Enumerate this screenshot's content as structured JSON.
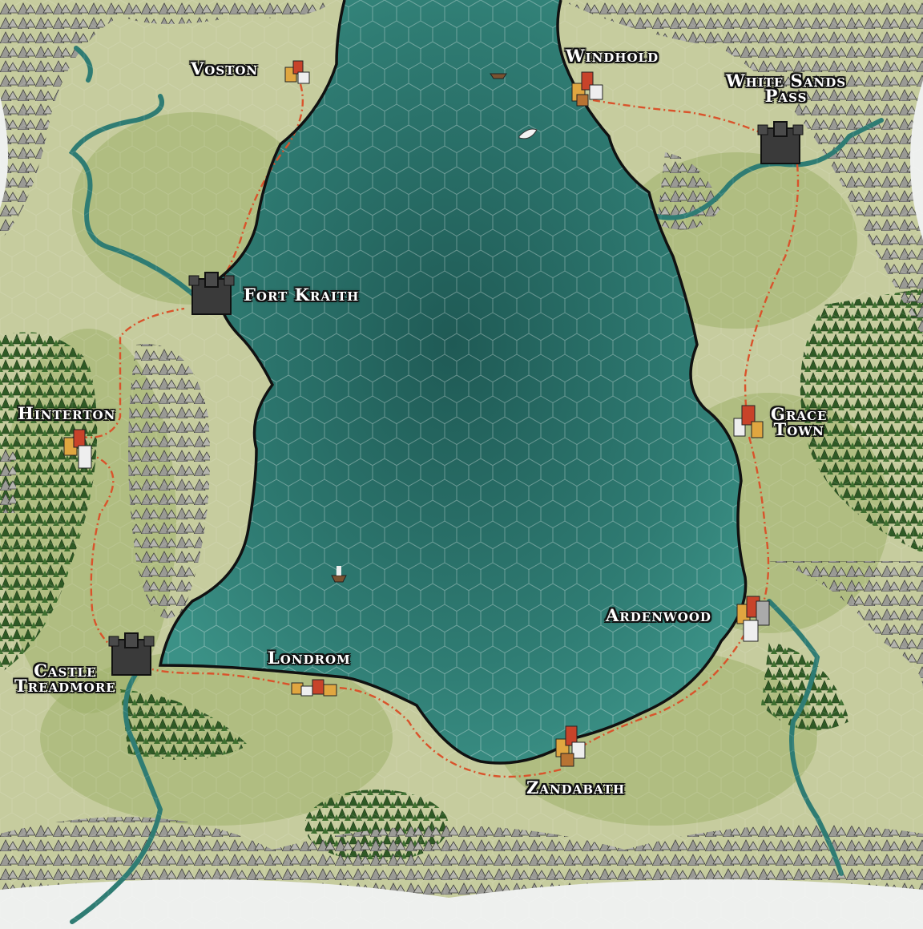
{
  "map": {
    "colors": {
      "water_deep": "#1f5a55",
      "water": "#2f7c73",
      "water_edge": "#3b9186",
      "plains": "#c6cc9e",
      "grassland": "#9fb06a",
      "forest": "#3f6a2e",
      "mountain": "#8a8a86",
      "snow": "#eef0ee",
      "road": "#d9532b",
      "coast": "#111111"
    },
    "locations": [
      {
        "id": "voston",
        "name": [
          "Voston"
        ],
        "icon": "town-icon"
      },
      {
        "id": "windhold",
        "name": [
          "Windhold"
        ],
        "icon": "town-icon"
      },
      {
        "id": "white-sands-pass",
        "name": [
          "White Sands",
          "Pass"
        ],
        "icon": "castle-icon"
      },
      {
        "id": "fort-kraith",
        "name": [
          "Fort Kraith"
        ],
        "icon": "castle-icon"
      },
      {
        "id": "hinterton",
        "name": [
          "Hinterton"
        ],
        "icon": "town-icon"
      },
      {
        "id": "grace-town",
        "name": [
          "Grace",
          "Town"
        ],
        "icon": "town-icon"
      },
      {
        "id": "ardenwood",
        "name": [
          "Ardenwood"
        ],
        "icon": "town-icon"
      },
      {
        "id": "castle-treadmore",
        "name": [
          "Castle",
          "Treadmore"
        ],
        "icon": "castle-icon"
      },
      {
        "id": "londrom",
        "name": [
          "Londrom"
        ],
        "icon": "town-icon"
      },
      {
        "id": "zandabath",
        "name": [
          "Zandabath"
        ],
        "icon": "town-icon"
      }
    ]
  }
}
